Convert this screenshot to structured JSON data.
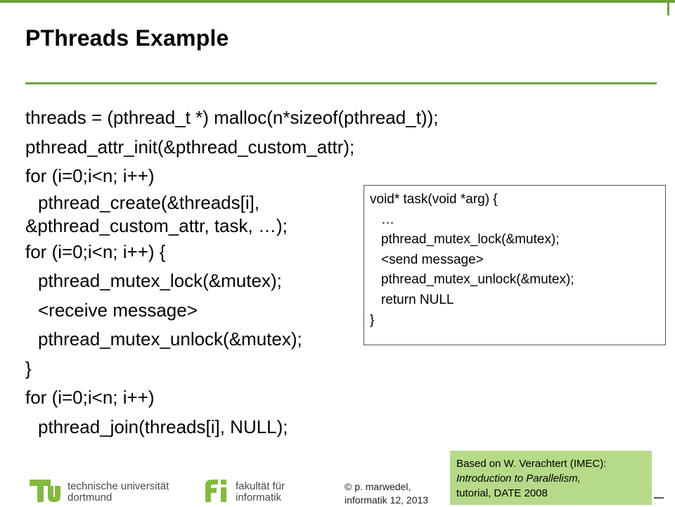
{
  "slide": {
    "title": "PThreads Example",
    "code_lines": [
      "threads = (pthread_t *) malloc(n*sizeof(pthread_t));",
      "pthread_attr_init(&pthread_custom_attr);",
      "for (i=0;i<n; i++)",
      "pthread_create(&threads[i],",
      "&pthread_custom_attr, task, …);",
      "for (i=0;i<n; i++) {",
      "pthread_mutex_lock(&mutex);",
      "<receive message>",
      "pthread_mutex_unlock(&mutex);",
      "}",
      "for (i=0;i<n; i++)",
      "pthread_join(threads[i], NULL);"
    ],
    "task_box": [
      "void* task(void *arg) {",
      "…",
      "pthread_mutex_lock(&mutex);",
      "<send message>",
      "pthread_mutex_unlock(&mutex);",
      "return NULL",
      "}"
    ],
    "credit": {
      "line1": "Based on W. Verachtert (IMEC):",
      "line2": "Introduction to Parallelism,",
      "line3": "tutorial,  DATE 2008"
    }
  },
  "footer": {
    "tu_line1": "technische universität",
    "tu_line2": "dortmund",
    "fi_line1": "fakultät für",
    "fi_line2": "informatik",
    "author_line1": "© p. marwedel,",
    "author_line2": "informatik 12,  2013"
  },
  "colors": {
    "accent_green": "#6fa33a",
    "credit_bg": "#b5da88",
    "logo_green": "#84b940"
  }
}
